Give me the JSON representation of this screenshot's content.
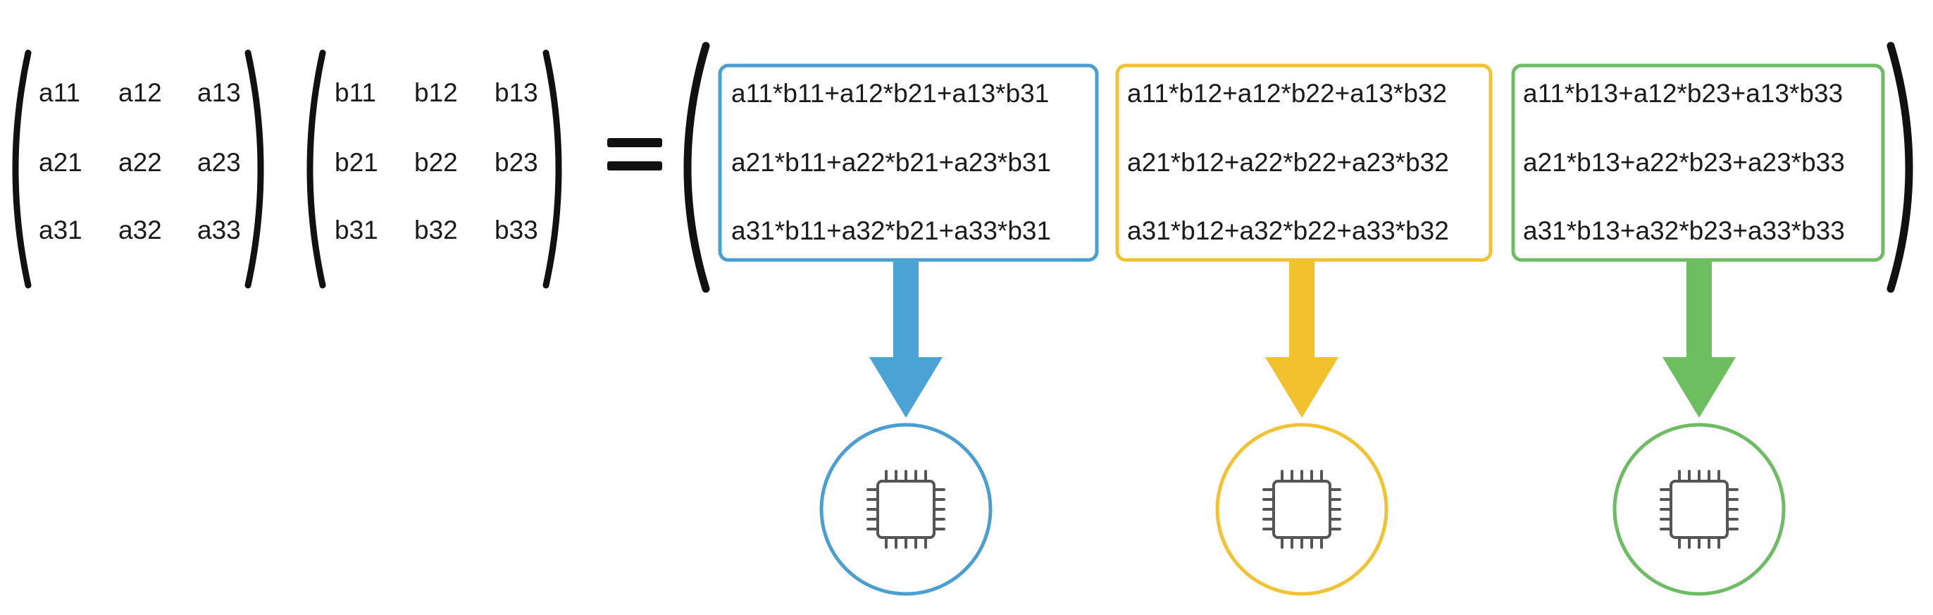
{
  "matrix_a": [
    [
      "a11",
      "a12",
      "a13"
    ],
    [
      "a21",
      "a22",
      "a23"
    ],
    [
      "a31",
      "a32",
      "a33"
    ]
  ],
  "matrix_b": [
    [
      "b11",
      "b12",
      "b13"
    ],
    [
      "b21",
      "b22",
      "b23"
    ],
    [
      "b31",
      "b32",
      "b33"
    ]
  ],
  "result_columns": [
    {
      "color": "#4a9fd0",
      "arrow_color": "#4aa3d4",
      "entries": [
        "a11*b11+a12*b21+a13*b31",
        "a21*b11+a22*b21+a23*b31",
        "a31*b11+a32*b21+a33*b31"
      ],
      "processor_icon": "cpu-chip-icon"
    },
    {
      "color": "#f1c232",
      "arrow_color": "#f2c12e",
      "entries": [
        "a11*b12+a12*b22+a13*b32",
        "a21*b12+a22*b22+a23*b32",
        "a31*b12+a32*b22+a33*b32"
      ],
      "processor_icon": "cpu-chip-icon"
    },
    {
      "color": "#6dbb63",
      "arrow_color": "#6cbe5e",
      "entries": [
        "a11*b13+a12*b23+a13*b33",
        "a21*b13+a22*b23+a23*b33",
        "a31*b13+a32*b23+a33*b33"
      ],
      "processor_icon": "cpu-chip-icon"
    }
  ],
  "operator_icon": "equals-sign-icon"
}
